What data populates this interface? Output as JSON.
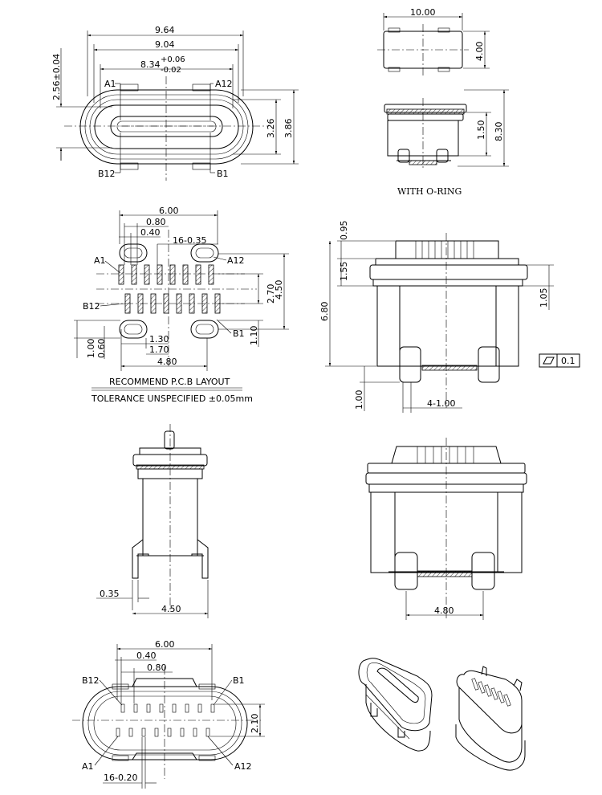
{
  "colors": {
    "line": "#000000",
    "paper": "#ffffff"
  },
  "front_view": {
    "dim_width_outer": "9.64",
    "dim_width_mid": "9.04",
    "dim_width_inner": "8.34",
    "dim_tol_plus": "+0.06",
    "dim_tol_minus": "-0.02",
    "dim_height_left": "2.56±0.04",
    "dim_height_inner": "3.26",
    "dim_height_outer": "3.86",
    "pin_a1": "A1",
    "pin_a12": "A12",
    "pin_b12": "B12",
    "pin_b1": "B1"
  },
  "top_view": {
    "dim_width": "10.00",
    "dim_height": "4.00"
  },
  "oring_view": {
    "dim_small": "1.50",
    "dim_total": "8.30",
    "caption": "WITH O-RING"
  },
  "pcb_layout": {
    "dim_6_00": "6.00",
    "dim_0_80": "0.80",
    "dim_0_40": "0.40",
    "dim_pads": "16-0.35",
    "pin_a1": "A1",
    "pin_a12": "A12",
    "pin_b12": "B12",
    "pin_b1": "B1",
    "dim_2_70": "2.70",
    "dim_4_50": "4.50",
    "dim_1_10": "1.10",
    "dim_1_00": "1.00",
    "dim_0_60": "0.60",
    "dim_1_30": "1.30",
    "dim_1_70": "1.70",
    "dim_4_80": "4.80",
    "title": "RECOMMEND P.C.B LAYOUT",
    "tolerance": "TOLERANCE UNSPECIFIED ±0.05mm"
  },
  "side_view": {
    "dim_0_95": "0.95",
    "dim_1_55": "1.55",
    "dim_6_80": "6.80",
    "dim_1_05": "1.05",
    "dim_1_00": "1.00",
    "dim_pitch": "4-1.00",
    "flatness_value": "0.1",
    "flatness_icon": "flatness-symbol"
  },
  "end_view": {
    "dim_0_35": "0.35",
    "dim_4_50": "4.50"
  },
  "back_view": {
    "dim_4_80": "4.80"
  },
  "bottom_view": {
    "dim_6_00": "6.00",
    "dim_0_40": "0.40",
    "dim_0_80": "0.80",
    "pin_b12": "B12",
    "pin_b1": "B1",
    "dim_2_10": "2.10",
    "pin_a1": "A1",
    "pin_a12": "A12",
    "dim_pitch": "16-0.20"
  }
}
